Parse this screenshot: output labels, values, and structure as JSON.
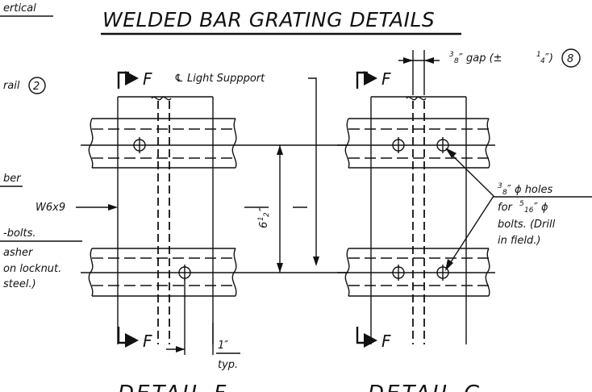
{
  "title": "WELDED BAR GRATING DETAILS",
  "left_notes": {
    "vertical": "ertical",
    "rail": "rail",
    "rail_callout": "2",
    "member": "ber",
    "beam": "W6x9",
    "bolts_line1": "-bolts.",
    "bolts_line2": "asher",
    "bolts_line3": "on locknut.",
    "bolts_line4": "steel.)"
  },
  "center_notes": {
    "light_support": "Light Suppport",
    "centerline_symbol": "℄",
    "spacing": "6½″",
    "spacing_whole": "6",
    "spacing_frac": "1",
    "spacing_den": "2",
    "spacing_unit": "″",
    "offset_value": "1″",
    "offset_typ": "typ."
  },
  "right_notes": {
    "gap_num": "3",
    "gap_den": "8",
    "gap_text": "″ gap (±",
    "gap_tol_num": "1",
    "gap_tol_den": "4",
    "gap_close": "″)",
    "gap_callout": "8",
    "holes_num": "3",
    "holes_den": "8",
    "holes_line1": "″ ϕ holes",
    "holes_line2_pre": "for",
    "bolt_num": "5",
    "bolt_den": "16",
    "holes_line2_post": "″ ϕ",
    "holes_line3": "bolts. (Drill",
    "holes_line4": "in field.)"
  },
  "section_marks": {
    "f_top": "F",
    "f_bottom": "F",
    "f_top_g": "F",
    "f_bottom_g": "F"
  },
  "details": {
    "left": "DETAIL F",
    "right": "DETAIL G"
  }
}
